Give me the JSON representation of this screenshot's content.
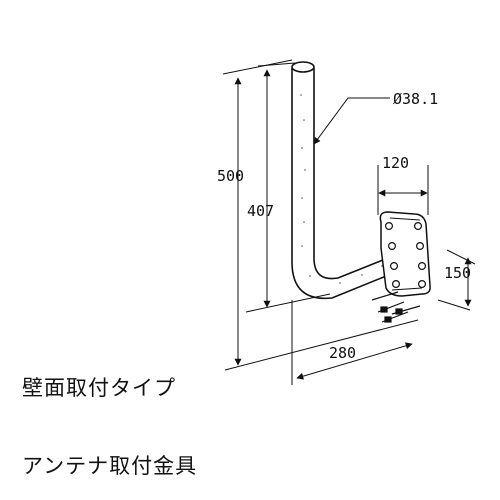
{
  "dimensions": {
    "total_height": "500",
    "inner_height": "407",
    "diameter": "Ø38.1",
    "plate_width": "120",
    "plate_height": "150",
    "arm_length": "280"
  },
  "captions": {
    "mount_type": "壁面取付タイプ",
    "product_name": "アンテナ取付金具"
  },
  "colors": {
    "line": "#111111",
    "paper": "#ffffff"
  }
}
